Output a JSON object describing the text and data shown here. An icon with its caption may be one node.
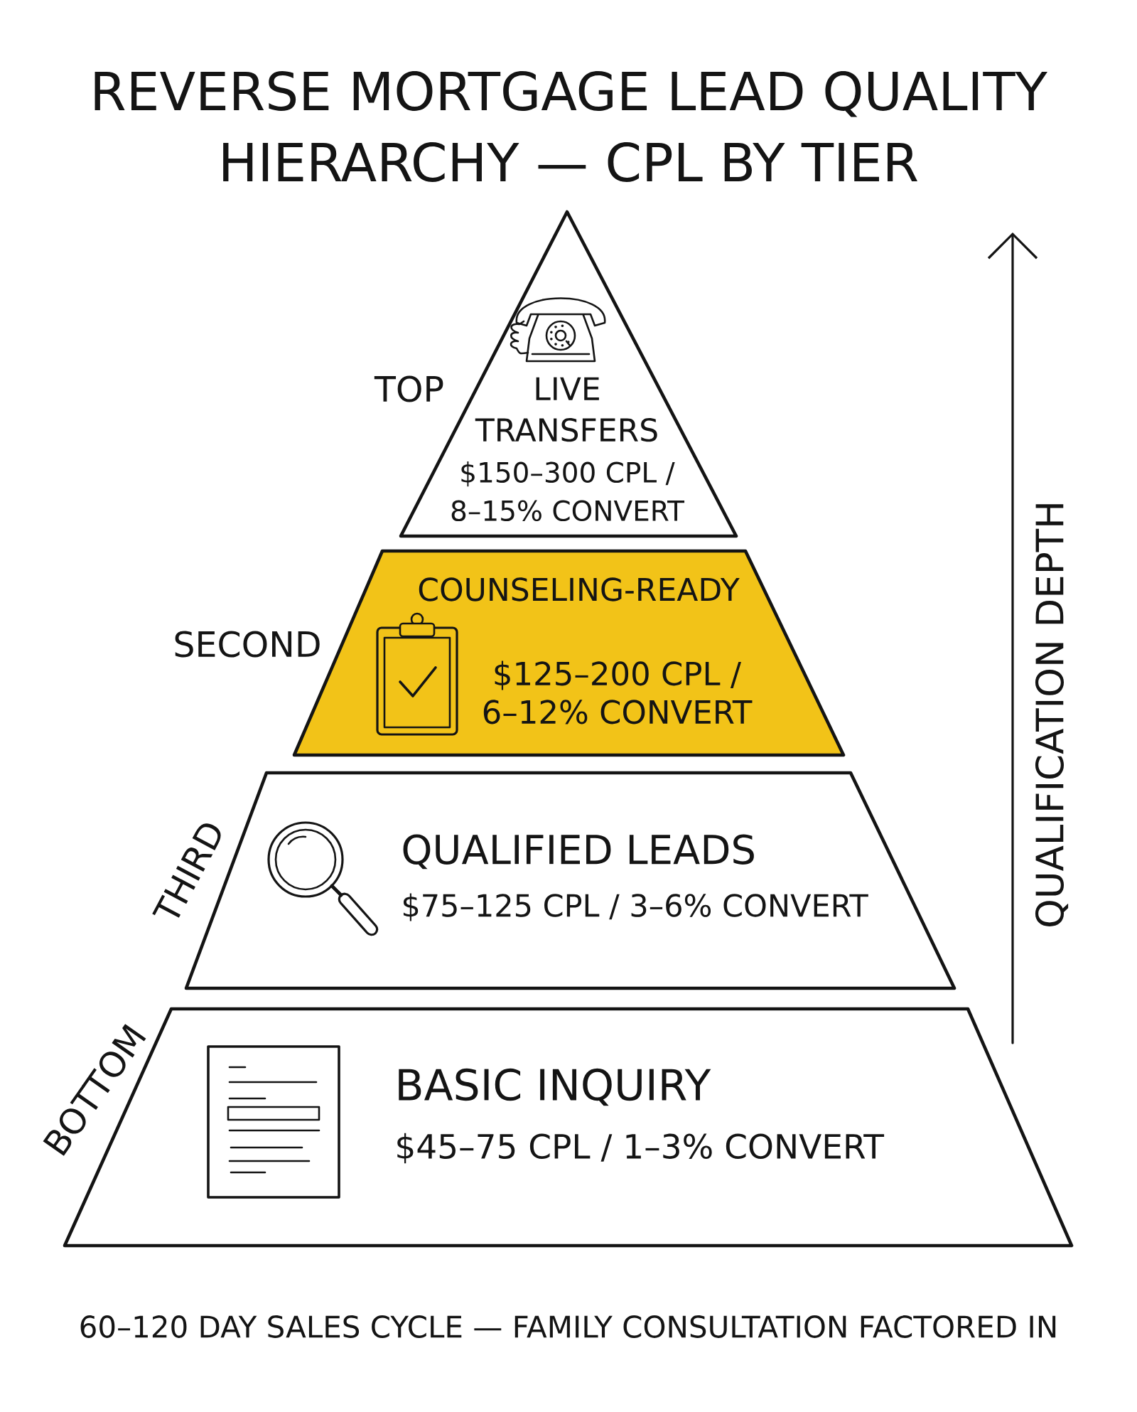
{
  "diagram": {
    "title": "REVERSE MORTGAGE LEAD QUALITY HIERARCHY — CPL BY TIER",
    "nodes": [
      {
        "text": [
          "LIVE TRANSFERS",
          "$150–300 CPL / 8–15% CONVERT"
        ],
        "beside": [
          "TOP"
        ]
      },
      {
        "text": [
          "COUNSELING-READY",
          "$125–200 CPL / 6–12% CONVERT"
        ],
        "beside": [
          "SECOND"
        ]
      },
      {
        "text": [
          "QUALIFIED LEADS",
          "$75–125 CPL / 3–6% CONVERT"
        ],
        "beside": [
          "THIRD"
        ]
      },
      {
        "text": [
          "BASIC INQUIRY",
          "$45–75 CPL / 1–3% CONVERT"
        ],
        "beside": [
          "BOTTOM"
        ]
      }
    ],
    "labels": [
      "QUALIFICATION DEPTH"
    ],
    "caption": "60–120 DAY SALES CYCLE — FAMILY CONSULTATION FACTORED IN"
  }
}
